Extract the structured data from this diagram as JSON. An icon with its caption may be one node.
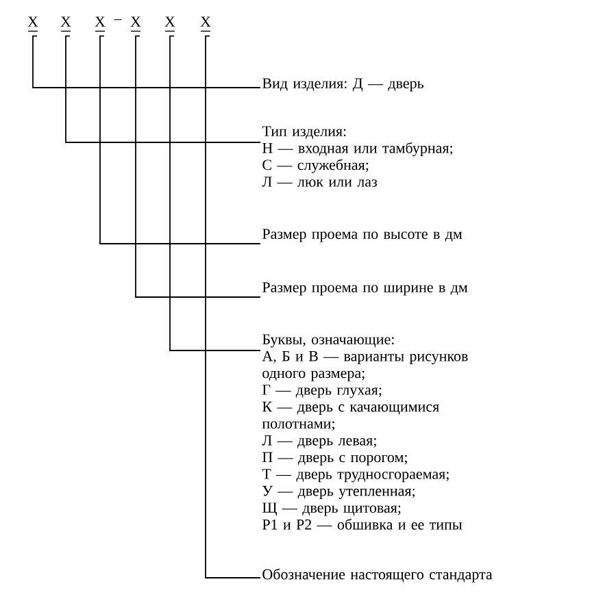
{
  "diagram": {
    "nodes": [
      {
        "text": [
          "Х"
        ]
      },
      {
        "text": [
          "Х"
        ]
      },
      {
        "text": [
          "Х"
        ]
      },
      {
        "text": [
          "Х"
        ]
      },
      {
        "text": [
          "Х"
        ]
      },
      {
        "text": [
          "Х"
        ]
      },
      {
        "text": [
          "Вид изделия: Д — дверь"
        ]
      },
      {
        "text": [
          "Тип изделия:",
          "Н — входная или тамбурная;",
          "С — служебная;",
          "Л — люк или лаз"
        ]
      },
      {
        "text": [
          "Размер проема по высоте в дм"
        ]
      },
      {
        "text": [
          "Размер проема по ширине в дм"
        ]
      },
      {
        "text": [
          "Буквы, означающие:",
          "А, Б и В — варианты рисунков одного размера;",
          "Г — дверь глухая;",
          "К — дверь с качающимися полотнами;",
          "Л — дверь левая;",
          "П — дверь с порогом;",
          "Т — дверь трудносгораемая;",
          "У — дверь утепленная;",
          "Щ — дверь щитовая;",
          "Р1 и Р2 — обшивка и ее типы"
        ]
      },
      {
        "text": [
          "Обозначение настоящего стандарта"
        ]
      }
    ],
    "edges": [
      {
        "from": 0,
        "to": 6,
        "arrow": "none"
      },
      {
        "from": 1,
        "to": 7,
        "arrow": "none"
      },
      {
        "from": 2,
        "to": 8,
        "arrow": "none"
      },
      {
        "from": 3,
        "to": 9,
        "arrow": "none"
      },
      {
        "from": 4,
        "to": 10,
        "arrow": "none"
      },
      {
        "from": 5,
        "to": 11,
        "arrow": "none"
      }
    ],
    "labels": [
      "–"
    ]
  }
}
